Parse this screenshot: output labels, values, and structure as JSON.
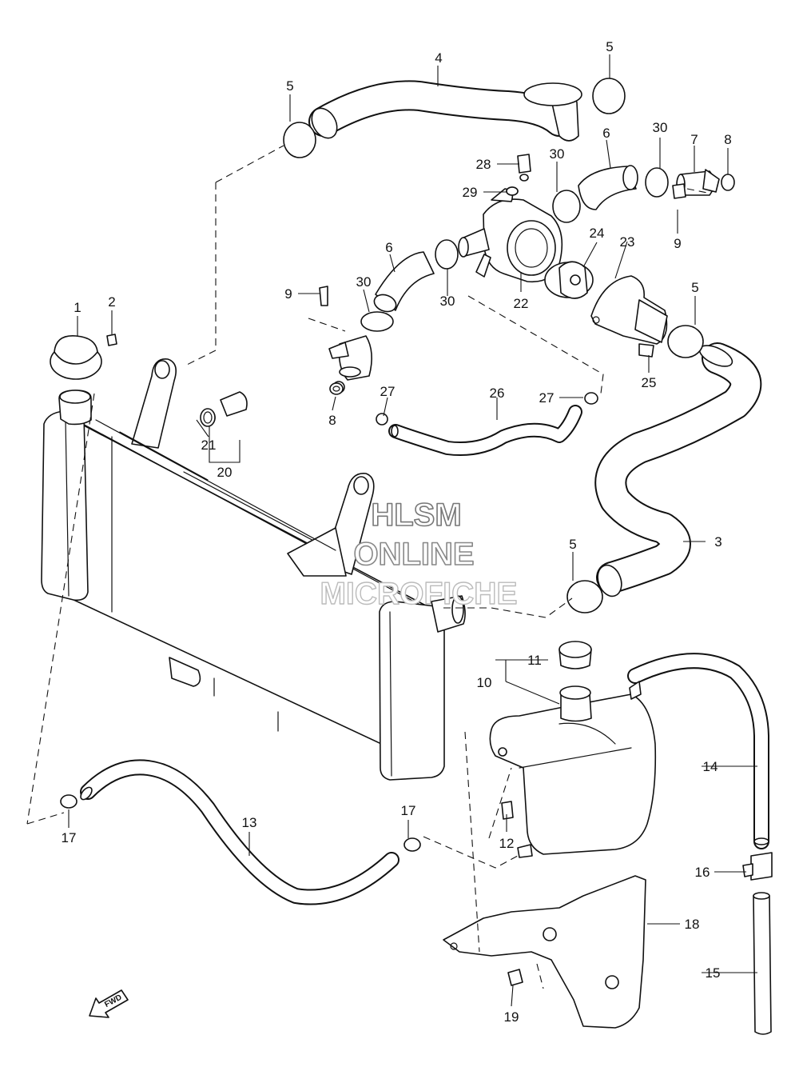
{
  "watermark": {
    "line1": "HLSM",
    "line2": "ONLINE",
    "line3": "MICROFICHE"
  },
  "fwd_arrow": {
    "label": "FWD"
  },
  "callouts": [
    "1",
    "2",
    "3",
    "4",
    "5",
    "6",
    "7",
    "8",
    "9",
    "10",
    "11",
    "12",
    "13",
    "14",
    "15",
    "16",
    "17",
    "18",
    "19",
    "20",
    "21",
    "22",
    "23",
    "24",
    "25",
    "26",
    "27",
    "28",
    "29",
    "30"
  ]
}
